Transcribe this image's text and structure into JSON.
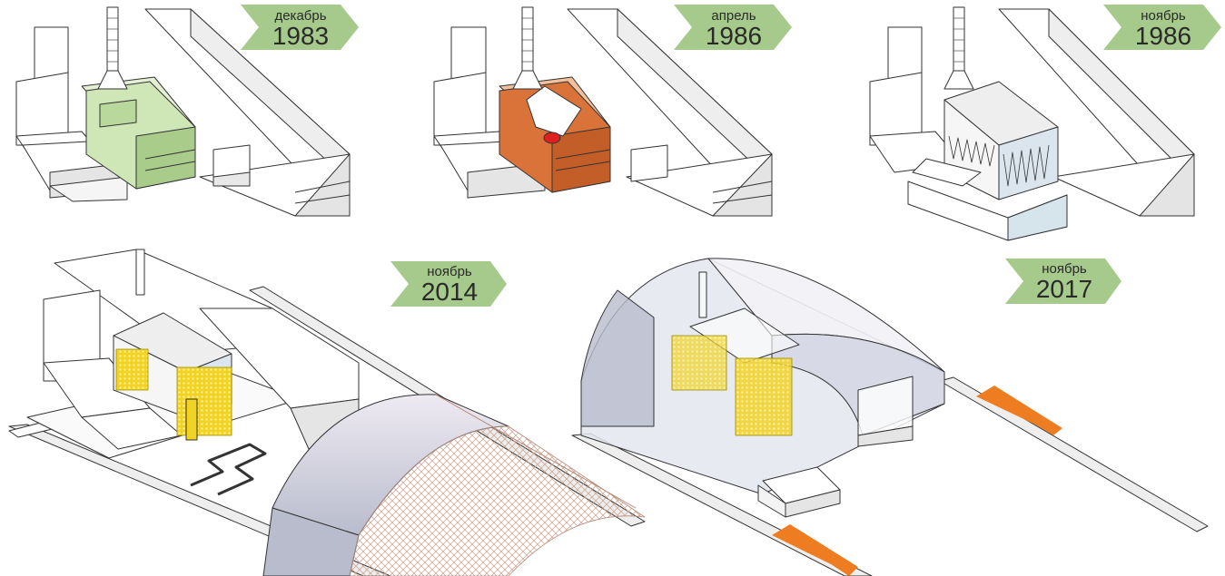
{
  "stages": [
    {
      "month": "декабрь",
      "year": "1983"
    },
    {
      "month": "апрель",
      "year": "1986"
    },
    {
      "month": "ноябрь",
      "year": "1986"
    },
    {
      "month": "ноябрь",
      "year": "2014"
    },
    {
      "month": "ноябрь",
      "year": "2017"
    }
  ],
  "colors": {
    "tag_green": "#a6c98c",
    "reactor_green": "#cfe6b6",
    "reactor_damage": "#d9733a",
    "core_red": "#e02020",
    "scaffold_yellow": "#f2d323",
    "arrow_orange": "#ee7d22",
    "arch_grey": "#c9ccdc",
    "outline": "#333333"
  }
}
